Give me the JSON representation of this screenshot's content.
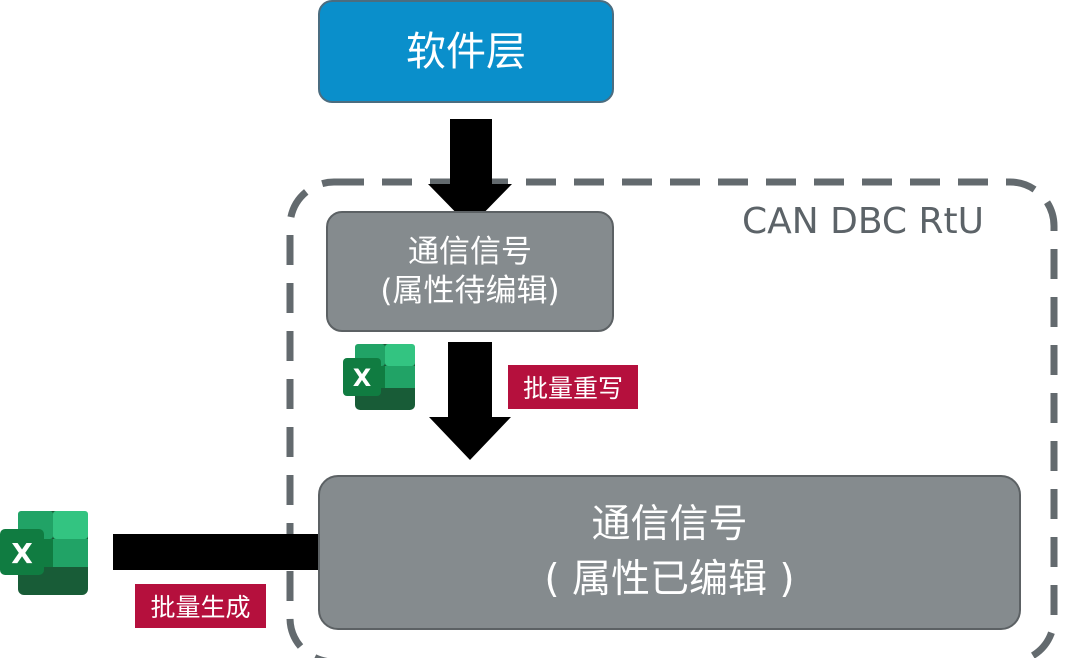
{
  "diagram": {
    "software_layer": {
      "label": "软件层"
    },
    "container": {
      "label": "CAN DBC RtU"
    },
    "signal_pending": {
      "line1": "通信信号",
      "line2": "(属性待编辑)"
    },
    "signal_edited": {
      "line1": "通信信号",
      "line2": "( 属性已编辑 )"
    },
    "batch_rewrite": {
      "label": "批量重写"
    },
    "batch_generate": {
      "label": "批量生成"
    },
    "excel_icon_top": {
      "icon": "excel-icon",
      "letter": "X"
    },
    "excel_icon_left": {
      "icon": "excel-icon",
      "letter": "X"
    },
    "colors": {
      "software_box": "#0a8fcb",
      "signal_box": "#858b8e",
      "tag": "#b5103d",
      "dashed_border": "#636a6e",
      "arrow": "#000000"
    }
  }
}
